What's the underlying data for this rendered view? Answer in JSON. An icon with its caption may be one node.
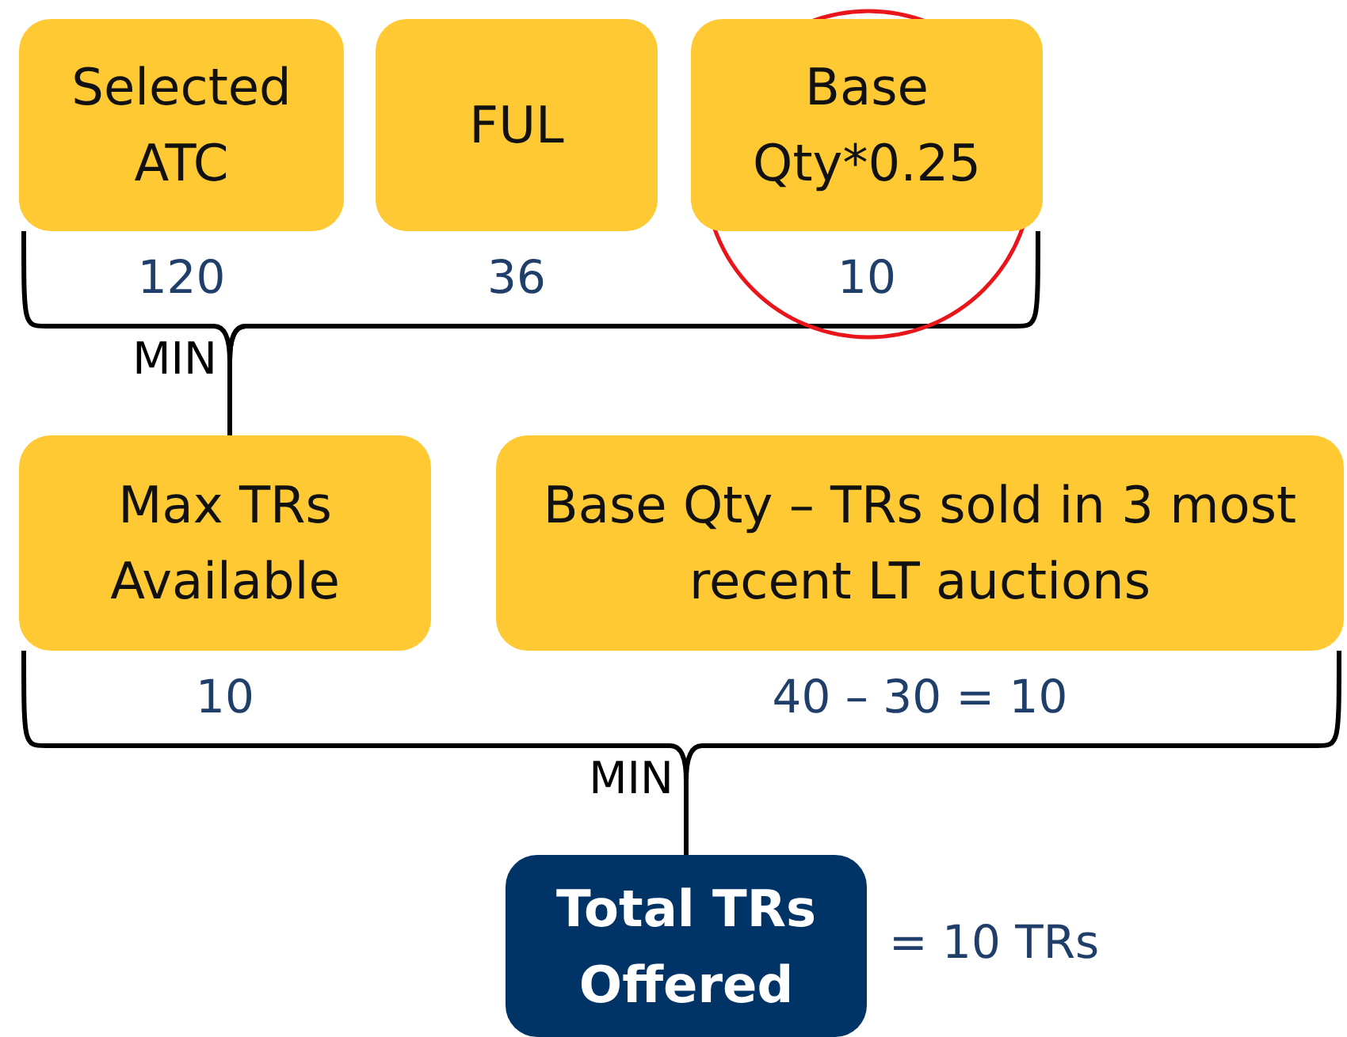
{
  "diagram": {
    "nodes": [
      {
        "text": [
          "Selected ATC"
        ],
        "beside": [
          "120"
        ]
      },
      {
        "text": [
          "FUL"
        ],
        "beside": [
          "36"
        ]
      },
      {
        "text": [
          "Base Qty*0.25"
        ],
        "beside": [
          "10"
        ]
      },
      {
        "text": [
          "Max TRs Available"
        ],
        "beside": [
          "10"
        ]
      },
      {
        "text": [
          "Base Qty – TRs sold in 3 most recent LT auctions"
        ],
        "beside": [
          "40 – 30 = 10"
        ]
      },
      {
        "text": [
          "Total TRs Offered"
        ],
        "beside": [
          "= 10 TRs"
        ]
      }
    ],
    "edges": [
      {
        "from": 0,
        "to": 3,
        "arrow": "none",
        "label": "MIN"
      },
      {
        "from": 1,
        "to": 3,
        "arrow": "none"
      },
      {
        "from": 2,
        "to": 3,
        "arrow": "none"
      },
      {
        "from": 3,
        "to": 5,
        "arrow": "none",
        "label": "MIN"
      },
      {
        "from": 4,
        "to": 5,
        "arrow": "none"
      }
    ]
  }
}
